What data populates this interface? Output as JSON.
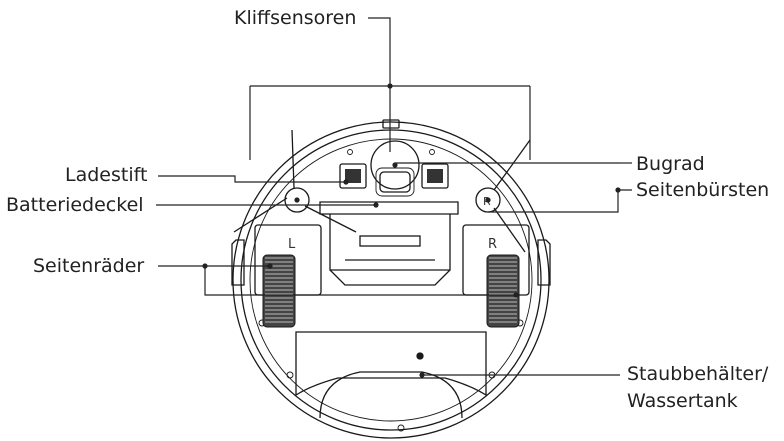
{
  "labels": {
    "kliffsensoren": "Kliffsensoren",
    "ladestift": "Ladestift",
    "batteriedeckel": "Batteriedeckel",
    "seitenraeder": "Seitenräder",
    "bugrad": "Bugrad",
    "seitenbuersten": "Seitenbürsten",
    "staubbehaelter_line1": "Staubbehälter/",
    "staubbehaelter_line2": "Wassertank"
  },
  "wheel_markings": {
    "left": "L",
    "right": "R"
  },
  "colors": {
    "line": "#222222",
    "outline": "#1a1a1a",
    "background": "#ffffff"
  }
}
